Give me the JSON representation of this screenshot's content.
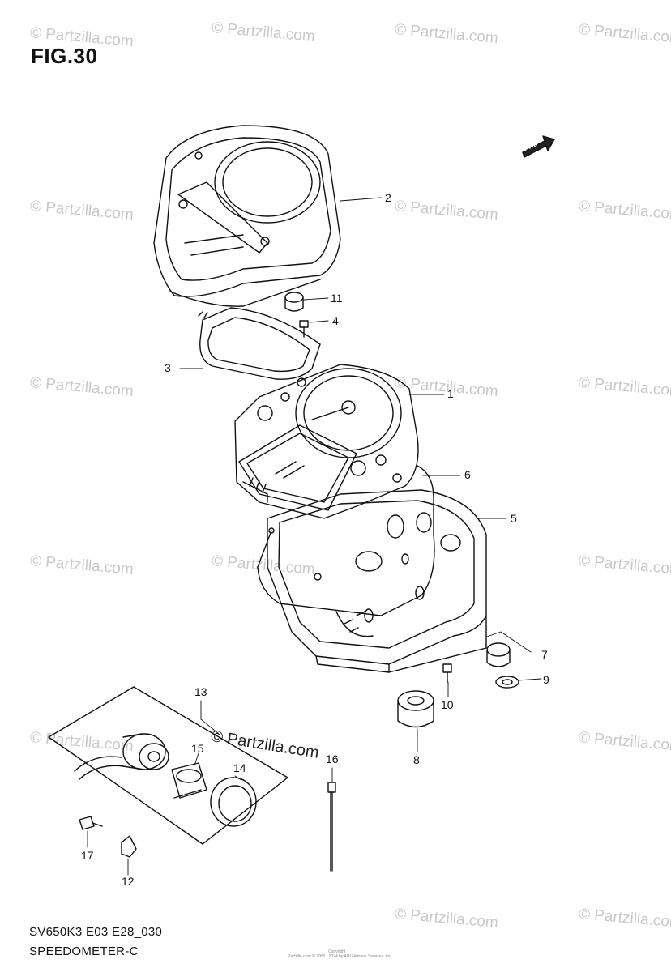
{
  "figure": {
    "title": "FIG.30"
  },
  "watermark": {
    "text": "© Partzilla.com",
    "feature_text": "© Partzilla.com"
  },
  "badge": {
    "text": "FWD"
  },
  "callouts": [
    "1",
    "2",
    "3",
    "4",
    "5",
    "6",
    "7",
    "8",
    "9",
    "10",
    "11",
    "12",
    "13",
    "14",
    "15",
    "16",
    "17"
  ],
  "footer": {
    "code": "SV650K3 E03 E28_030",
    "name": "SPEEDOMETER-C"
  },
  "fine_print": {
    "line1": "Copyright",
    "line2": "Partzilla.com © 2003 - 2024 by ARI Network Services, Inc."
  },
  "colors": {
    "line": "#111111",
    "watermark": "#c9c9c9"
  }
}
